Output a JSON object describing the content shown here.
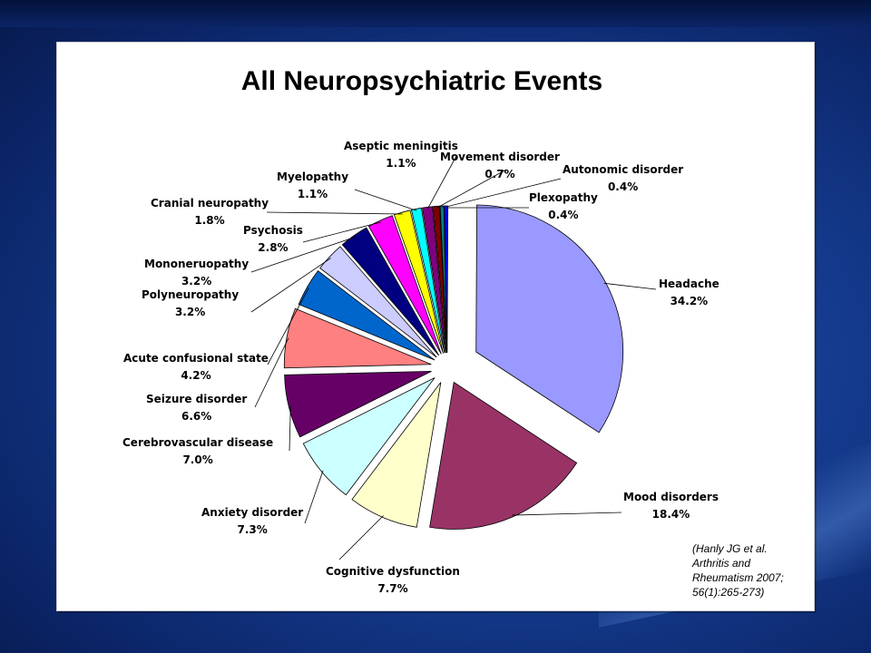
{
  "slide": {
    "citation_lines": [
      "(Hanly JG et al.",
      "Arthritis and",
      "Rheumatism 2007;",
      "56(1):265-273)"
    ]
  },
  "chart_data": {
    "type": "pie",
    "title": "All Neuropsychiatric Events",
    "slices": [
      {
        "label": "Headache",
        "value": 34.2,
        "value_label": "34.2%",
        "color": "#9999FF"
      },
      {
        "label": "Mood disorders",
        "value": 18.4,
        "value_label": "18.4%",
        "color": "#993366"
      },
      {
        "label": "Cognitive dysfunction",
        "value": 7.7,
        "value_label": "7.7%",
        "color": "#FFFFCC"
      },
      {
        "label": "Anxiety disorder",
        "value": 7.3,
        "value_label": "7.3%",
        "color": "#CCFFFF"
      },
      {
        "label": "Cerebrovascular disease",
        "value": 7.0,
        "value_label": "7.0%",
        "color": "#660066"
      },
      {
        "label": "Seizure disorder",
        "value": 6.6,
        "value_label": "6.6%",
        "color": "#FF8080"
      },
      {
        "label": "Acute confusional state",
        "value": 4.2,
        "value_label": "4.2%",
        "color": "#0066CC"
      },
      {
        "label": "Polyneuropathy",
        "value": 3.2,
        "value_label": "3.2%",
        "color": "#CCCCFF"
      },
      {
        "label": "Mononeruopathy",
        "value": 3.2,
        "value_label": "3.2%",
        "color": "#000080"
      },
      {
        "label": "Psychosis",
        "value": 2.8,
        "value_label": "2.8%",
        "color": "#FF00FF"
      },
      {
        "label": "Cranial neuropathy",
        "value": 1.8,
        "value_label": "1.8%",
        "color": "#FFFF00"
      },
      {
        "label": "Myelopathy",
        "value": 1.1,
        "value_label": "1.1%",
        "color": "#00FFFF"
      },
      {
        "label": "Aseptic meningitis",
        "value": 1.1,
        "value_label": "1.1%",
        "color": "#800080"
      },
      {
        "label": "Movement disorder",
        "value": 0.7,
        "value_label": "0.7%",
        "color": "#800000"
      },
      {
        "label": "Autonomic disorder",
        "value": 0.4,
        "value_label": "0.4%",
        "color": "#008080"
      },
      {
        "label": "Plexopathy",
        "value": 0.4,
        "value_label": "0.4%",
        "color": "#0000FF"
      }
    ],
    "legend": "none",
    "exploded": true
  }
}
